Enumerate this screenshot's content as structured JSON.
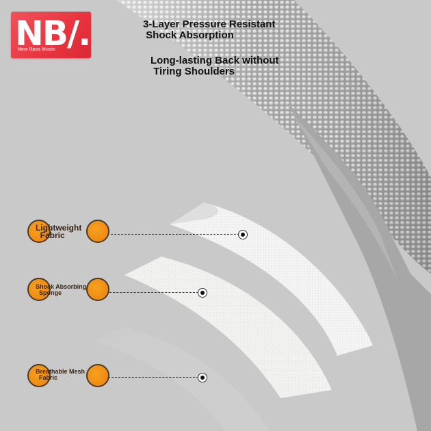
{
  "logo": {
    "mark": "NB/.",
    "tagline": "New Bass Music"
  },
  "headlines": [
    {
      "text": "3-Layer Pressure Resistant\n Shock Absorption"
    },
    {
      "text": "Long-lasting Back without\n Tiring Shoulders"
    }
  ],
  "layers": [
    {
      "label": "Lightweight\n  Fabric",
      "icon": "pointer-pin-icon"
    },
    {
      "label": "Shock Absorbing\n  Sponge",
      "icon": "pointer-pin-icon"
    },
    {
      "label": "Breathable Mesh\n  Fabric",
      "icon": "pointer-pin-icon"
    }
  ],
  "colors": {
    "background": "#c9c9c9",
    "logo": "#e8343f",
    "callout": "#ee8a12",
    "text": "#111111"
  }
}
